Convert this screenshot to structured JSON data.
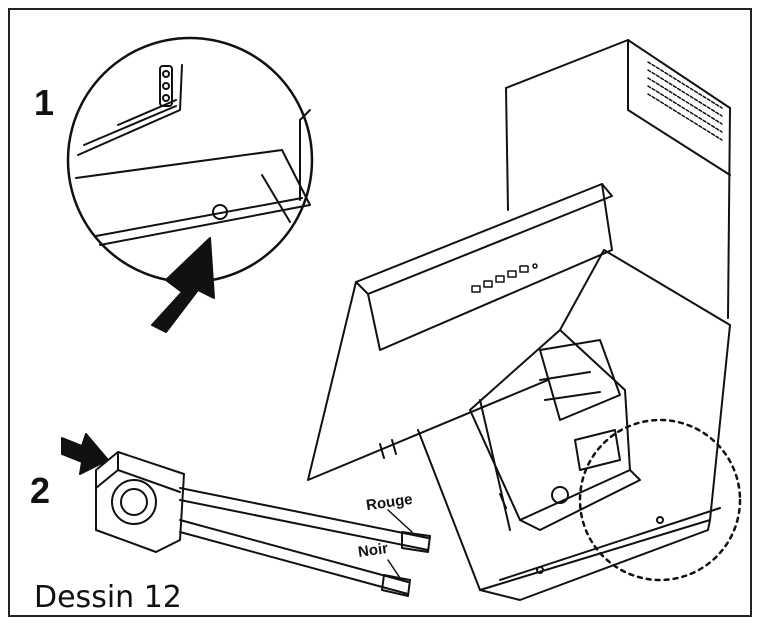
{
  "steps": {
    "one": "1",
    "two": "2"
  },
  "wires": {
    "red": "Rouge",
    "black": "Noir"
  },
  "caption": "Dessin 12"
}
